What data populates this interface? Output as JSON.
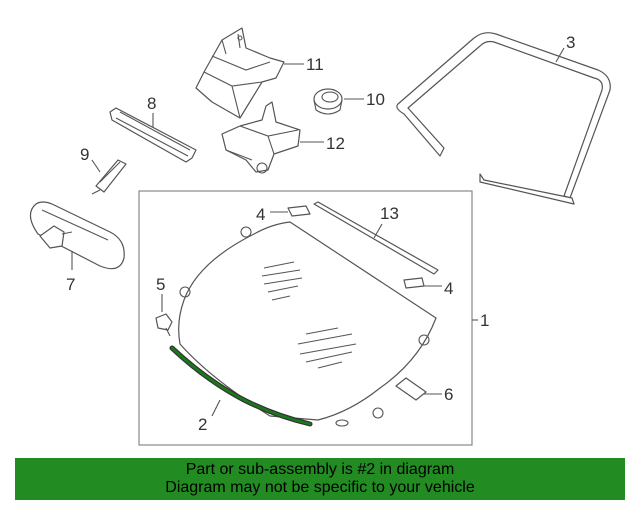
{
  "diagram": {
    "callouts": {
      "c1": "1",
      "c2": "2",
      "c3": "3",
      "c4a": "4",
      "c4b": "4",
      "c5": "5",
      "c6": "6",
      "c7": "7",
      "c8": "8",
      "c9": "9",
      "c10": "10",
      "c11": "11",
      "c12": "12",
      "c13": "13"
    },
    "highlight_part": "2",
    "highlight_color": "#1a7a1a"
  },
  "banner": {
    "line1": "Part or sub-assembly is #2 in diagram",
    "line2": "Diagram may not be specific to your vehicle",
    "background_color": "#228b22"
  }
}
